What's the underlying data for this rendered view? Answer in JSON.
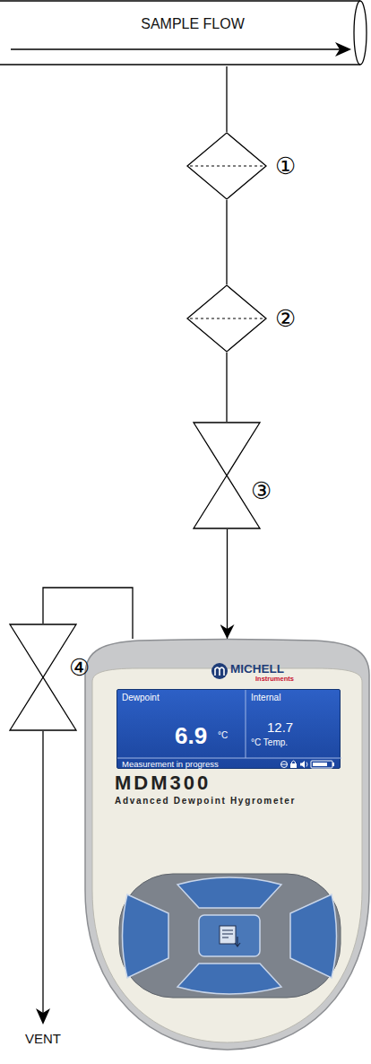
{
  "diagram": {
    "nodes": [
      {
        "text": [
          "SAMPLE FLOW"
        ]
      },
      {
        "text": [
          "①"
        ]
      },
      {
        "text": [
          "②"
        ]
      },
      {
        "text": [
          "③"
        ]
      },
      {
        "text": [
          "MICHELL",
          "Instruments",
          "MDM300",
          "Advanced Dewpoint Hygrometer"
        ]
      },
      {
        "text": [
          "Dewpoint",
          "6.9",
          "°C",
          "Internal",
          "12.7",
          "°C Temp.",
          "Measurement in progress"
        ],
        "in": 4
      },
      {
        "text": [
          "④"
        ]
      }
    ],
    "edges": [
      {
        "from": 0,
        "to": 1,
        "arrow": "none"
      },
      {
        "from": 1,
        "to": 2,
        "arrow": "none"
      },
      {
        "from": 2,
        "to": 3,
        "arrow": "none"
      },
      {
        "from": 3,
        "to": 4,
        "arrow": "to"
      },
      {
        "from": 4,
        "to": 6,
        "arrow": "none"
      }
    ],
    "labels": [
      "VENT"
    ]
  }
}
